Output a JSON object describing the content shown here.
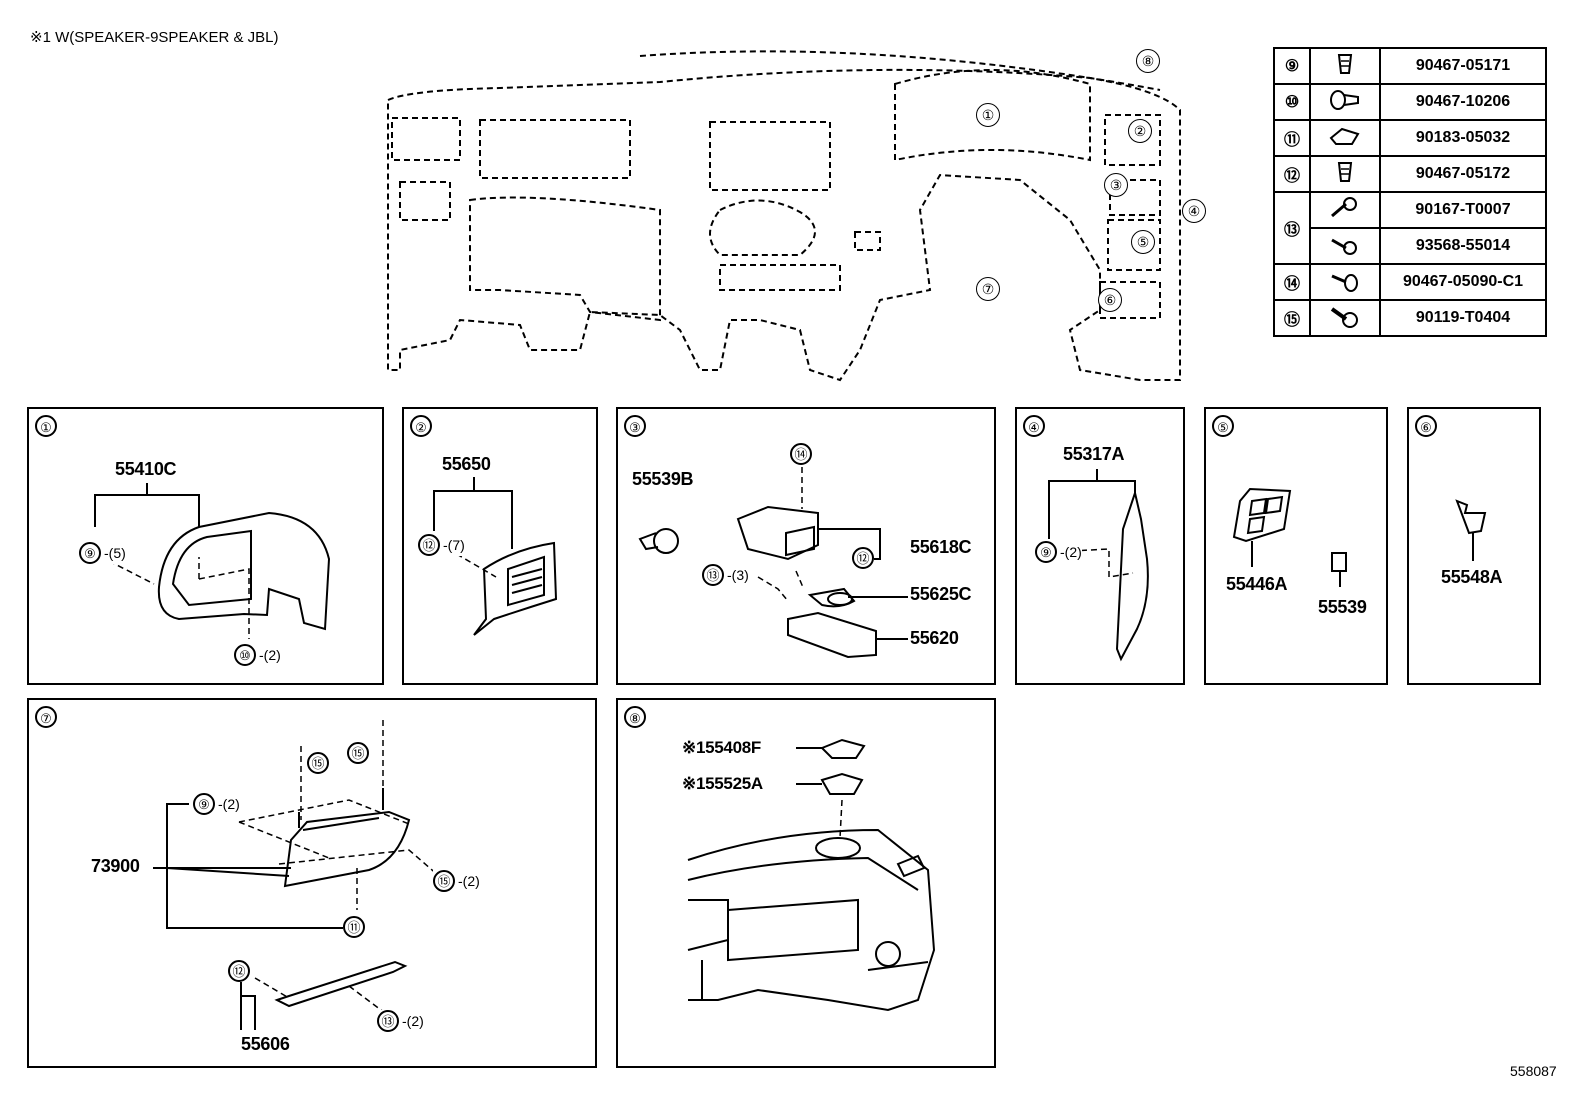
{
  "note": "※1 W(SPEAKER-9SPEAKER & JBL)",
  "figure_number": "558087",
  "overview_markers": [
    "①",
    "②",
    "③",
    "④",
    "⑤",
    "⑥",
    "⑦",
    "⑧"
  ],
  "legend": [
    {
      "num": "⑨",
      "part": "90467-05171",
      "icon": "clip-icon"
    },
    {
      "num": "⑩",
      "part": "90467-10206",
      "icon": "clip-icon"
    },
    {
      "num": "⑪",
      "part": "90183-05032",
      "icon": "clip-icon"
    },
    {
      "num": "⑫",
      "part": "90467-05172",
      "icon": "clip-icon"
    },
    {
      "num": "⑬",
      "part": "90167-T0007",
      "icon": "screw-icon"
    },
    {
      "num": "",
      "part": "93568-55014",
      "icon": "screw-icon"
    },
    {
      "num": "⑭",
      "part": "90467-05090-C1",
      "icon": "clip-icon"
    },
    {
      "num": "⑮",
      "part": "90119-T0404",
      "icon": "bolt-icon"
    }
  ],
  "panels": {
    "p1": {
      "title": "①",
      "part": "55410C",
      "c1": {
        "num": "⑨",
        "qty": "-(5)"
      },
      "c2": {
        "num": "⑩",
        "qty": "-(2)"
      }
    },
    "p2": {
      "title": "②",
      "part": "55650",
      "c1": {
        "num": "⑫",
        "qty": "-(7)"
      }
    },
    "p3": {
      "title": "③",
      "part_a": "55539B",
      "part_b": "55618C",
      "part_c": "55625C",
      "part_d": "55620",
      "c1": {
        "num": "⑭"
      },
      "c2": {
        "num": "⑫"
      },
      "c3": {
        "num": "⑬",
        "qty": "-(3)"
      }
    },
    "p4": {
      "title": "④",
      "part": "55317A",
      "c1": {
        "num": "⑨",
        "qty": "-(2)"
      }
    },
    "p5": {
      "title": "⑤",
      "part_a": "55446A",
      "part_b": "55539"
    },
    "p6": {
      "title": "⑥",
      "part": "55548A"
    },
    "p7": {
      "title": "⑦",
      "part_a": "73900",
      "part_b": "55606",
      "c1": {
        "num": "⑮"
      },
      "c2": {
        "num": "⑮"
      },
      "c3": {
        "num": "⑨",
        "qty": "-(2)"
      },
      "c4": {
        "num": "⑮",
        "qty": "-(2)"
      },
      "c5": {
        "num": "⑪"
      },
      "c6": {
        "num": "⑫"
      },
      "c7": {
        "num": "⑬",
        "qty": "-(2)"
      }
    },
    "p8": {
      "title": "⑧",
      "part_a": "※155408F",
      "part_b": "※155525A"
    }
  }
}
